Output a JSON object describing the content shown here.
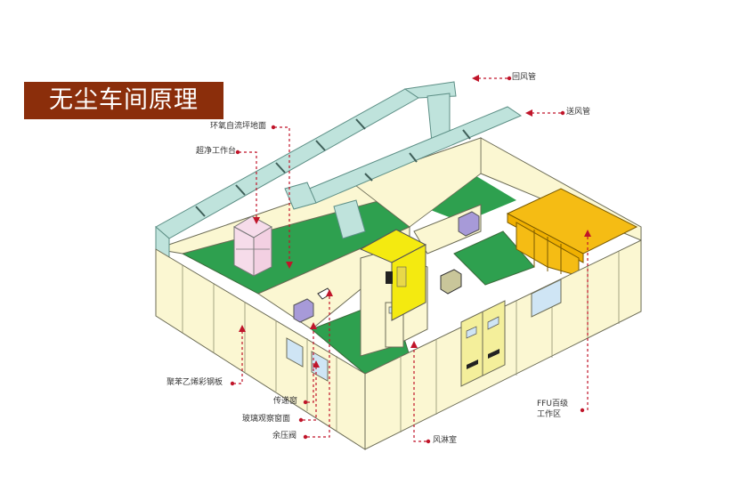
{
  "title": "无尘车间原理",
  "labels": {
    "return_duct": "回风管",
    "supply_duct": "送风管",
    "epoxy_floor": "环氧自流坪地面",
    "clean_bench": "超净工作台",
    "sandwich_panel": "聚苯乙烯彩钢板",
    "pass_box": "传递窗",
    "glass_window": "玻璃观察窗面",
    "pressure_valve": "余压阀",
    "air_shower": "风淋室",
    "ffu_line1": "FFU百级",
    "ffu_line2": "工作区"
  },
  "colors": {
    "title_bg": "#8b2e0b",
    "wall": "#fbf7d2",
    "wall_edge": "#6b6b55",
    "floor": "#2ea04f",
    "duct": "#bfe3dc",
    "duct_edge": "#5d8f86",
    "ffu": "#f5bc14",
    "air_shower": "#f4ea10",
    "clean_bench": "#f6dcea",
    "pointer": "#c0152a",
    "window": "#cfe5f5"
  }
}
